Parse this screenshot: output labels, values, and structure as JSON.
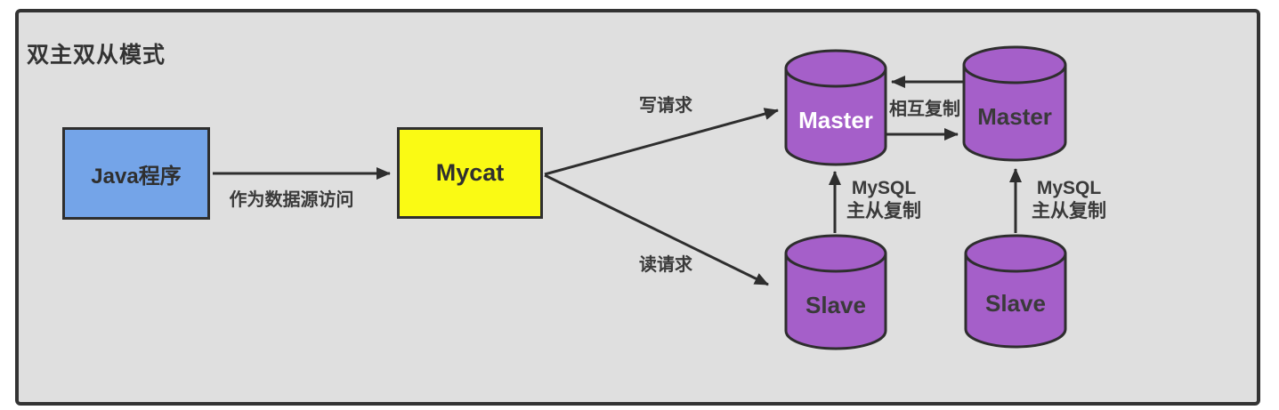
{
  "title": "双主双从模式",
  "colors": {
    "panel_background": "#dfdfdf",
    "panel_border": "#333333",
    "java_box_fill": "#74a4e8",
    "mycat_box_fill": "#fafa14",
    "database_fill": "#a55fc9",
    "line_stroke": "#2e2e2e",
    "master1_text": "#ffffff",
    "dark_text": "#3a3a3a"
  },
  "nodes": {
    "java": {
      "label": "Java程序"
    },
    "mycat": {
      "label": "Mycat"
    },
    "master1": {
      "label": "Master"
    },
    "master2": {
      "label": "Master"
    },
    "slave1": {
      "label": "Slave"
    },
    "slave2": {
      "label": "Slave"
    }
  },
  "edges": {
    "datasource": {
      "label": "作为数据源访问"
    },
    "write": {
      "label": "写请求"
    },
    "read": {
      "label": "读请求"
    },
    "mutual": {
      "label": "相互复制"
    },
    "repl1": {
      "label": "MySQL\n主从复制"
    },
    "repl2": {
      "label": "MySQL\n主从复制"
    }
  }
}
